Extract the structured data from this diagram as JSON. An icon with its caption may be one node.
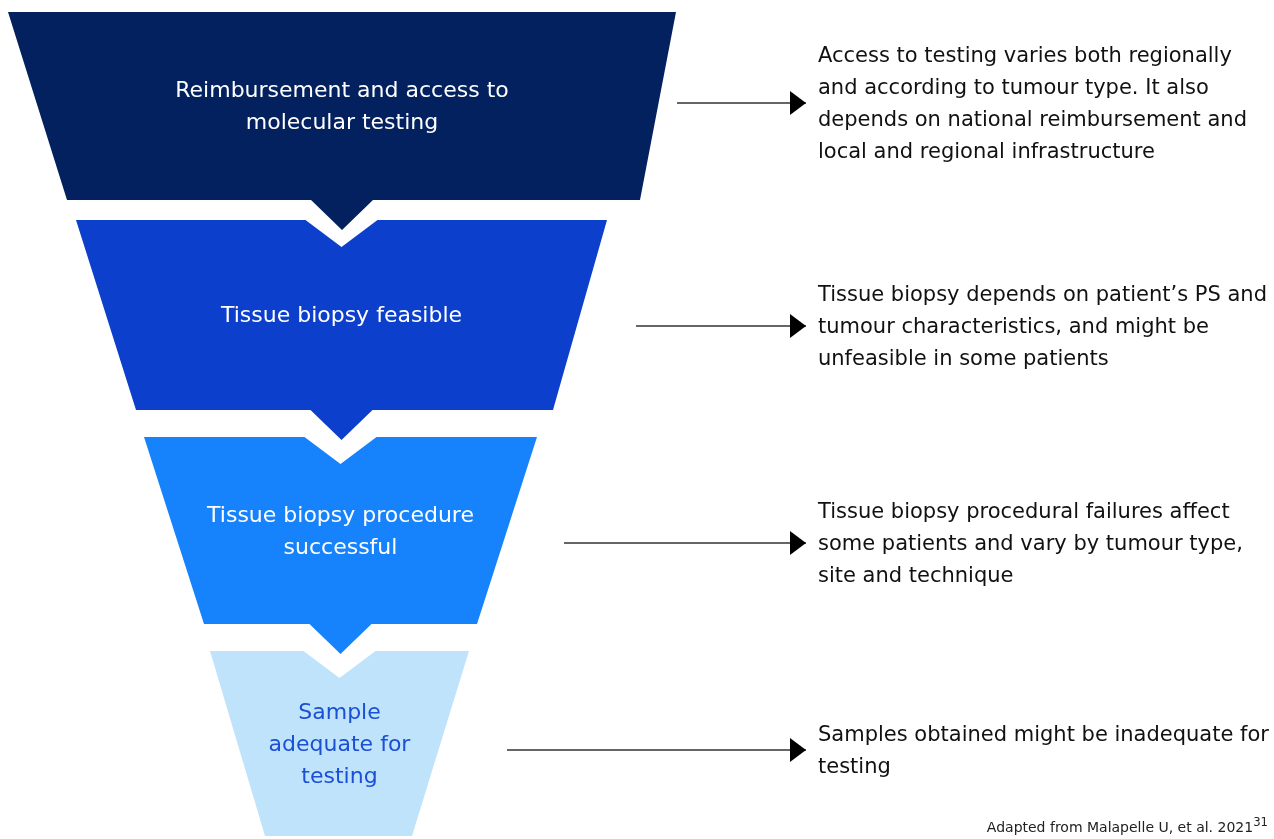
{
  "diagram": {
    "caption": "Adapted from Malapelle U, et al. 2021$^{31}$",
    "nodes": [
      {
        "text": [
          "Reimbursement and access to molecular testing"
        ]
      },
      {
        "text": [
          "Tissue biopsy feasible"
        ]
      },
      {
        "text": [
          "Tissue biopsy procedure successful"
        ]
      },
      {
        "text": [
          "Sample adequate for testing"
        ]
      },
      {
        "text": [
          "Access to testing varies both regionally and according to tumour type. It also depends on national reimbursement and local and regional infrastructure"
        ]
      },
      {
        "text": [
          "Tissue biopsy depends on patient’s PS and tumour characteristics, and might be unfeasible in some patients"
        ]
      },
      {
        "text": [
          "Tissue biopsy procedural failures affect some patients and vary by tumour type, site and technique"
        ]
      },
      {
        "text": [
          "Samples obtained might be inadequate for testing"
        ]
      }
    ],
    "edges": [
      {
        "from": 0,
        "to": 4,
        "arrow": "to"
      },
      {
        "from": 1,
        "to": 5,
        "arrow": "to"
      },
      {
        "from": 2,
        "to": 6,
        "arrow": "to"
      },
      {
        "from": 3,
        "to": 7,
        "arrow": "to"
      }
    ]
  }
}
